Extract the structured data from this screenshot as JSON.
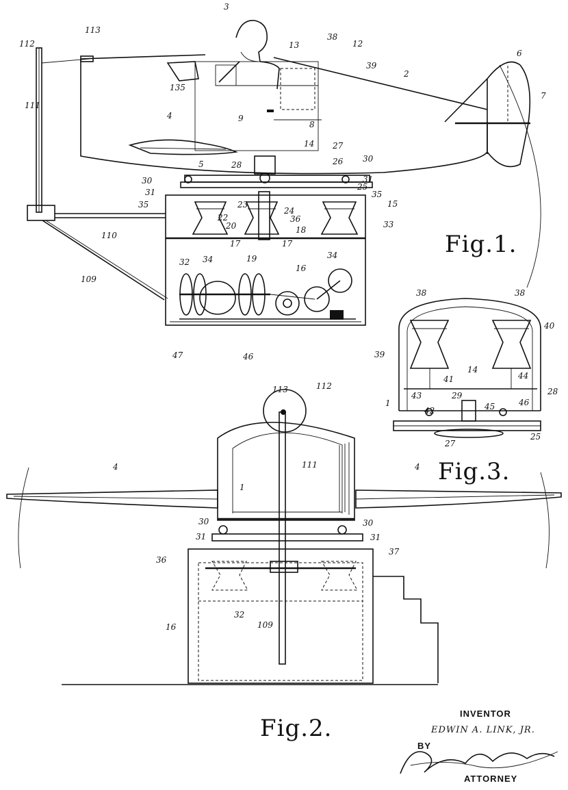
{
  "figures": {
    "fig1": "Fig.1.",
    "fig2": "Fig.2.",
    "fig3": "Fig.3."
  },
  "reference_numerals": {
    "fig1": [
      "3",
      "113",
      "112",
      "13",
      "38",
      "12",
      "39",
      "2",
      "6",
      "7",
      "111",
      "135",
      "9",
      "8",
      "4",
      "5",
      "14",
      "27",
      "28",
      "26",
      "30",
      "30",
      "31",
      "31",
      "25",
      "35",
      "35",
      "15",
      "23",
      "24",
      "22",
      "20",
      "36",
      "18",
      "33",
      "17",
      "17",
      "19",
      "16",
      "32",
      "34",
      "34",
      "110",
      "109",
      "47",
      "46"
    ],
    "fig2": [
      "113",
      "112",
      "111",
      "1",
      "4",
      "4",
      "30",
      "30",
      "31",
      "31",
      "36",
      "37",
      "16",
      "32",
      "109"
    ],
    "fig3": [
      "38",
      "38",
      "40",
      "39",
      "41",
      "44",
      "14",
      "1",
      "29",
      "28",
      "43",
      "42",
      "45",
      "46",
      "27",
      "25"
    ]
  },
  "signature_block": {
    "inventor_label": "INVENTOR",
    "inventor_name": "EDWIN A. LINK, JR.",
    "by_label": "BY",
    "signature": "Philip S. Hopkins",
    "attorney_label": "ATTORNEY"
  }
}
